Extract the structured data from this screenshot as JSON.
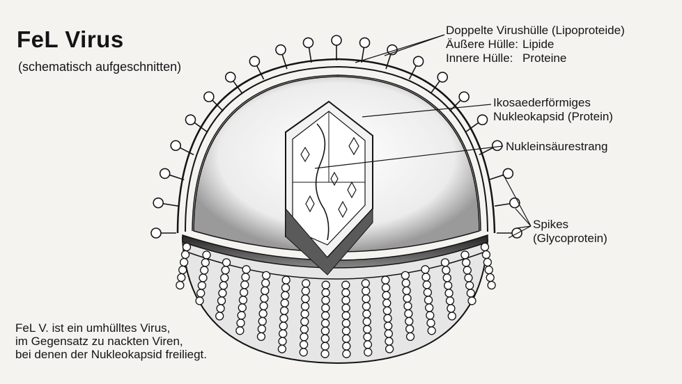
{
  "title": "FeL Virus",
  "subtitle": "(schematisch aufgeschnitten)",
  "labels": {
    "envelope": {
      "line1": "Doppelte Virushülle (Lipoproteide)",
      "outer_label": "Äußere Hülle:",
      "outer_value": "Lipide",
      "inner_label": "Innere Hülle:",
      "inner_value": "Proteine"
    },
    "capsid": {
      "line1": "Ikosaederförmiges",
      "line2": "Nukleokapsid (Protein)"
    },
    "nucleic": "Nukleinsäurestrang",
    "spikes": {
      "line1": "Spikes",
      "line2": "(Glycoprotein)"
    }
  },
  "note": [
    "FeL V. ist ein umhülltes Virus,",
    "im Gegensatz zu nackten Viren,",
    "bei denen der Nukleokapsid freiliegt."
  ],
  "colors": {
    "ink": "#141414",
    "background": "#f4f3f0",
    "shade": "#7a7a7a"
  }
}
